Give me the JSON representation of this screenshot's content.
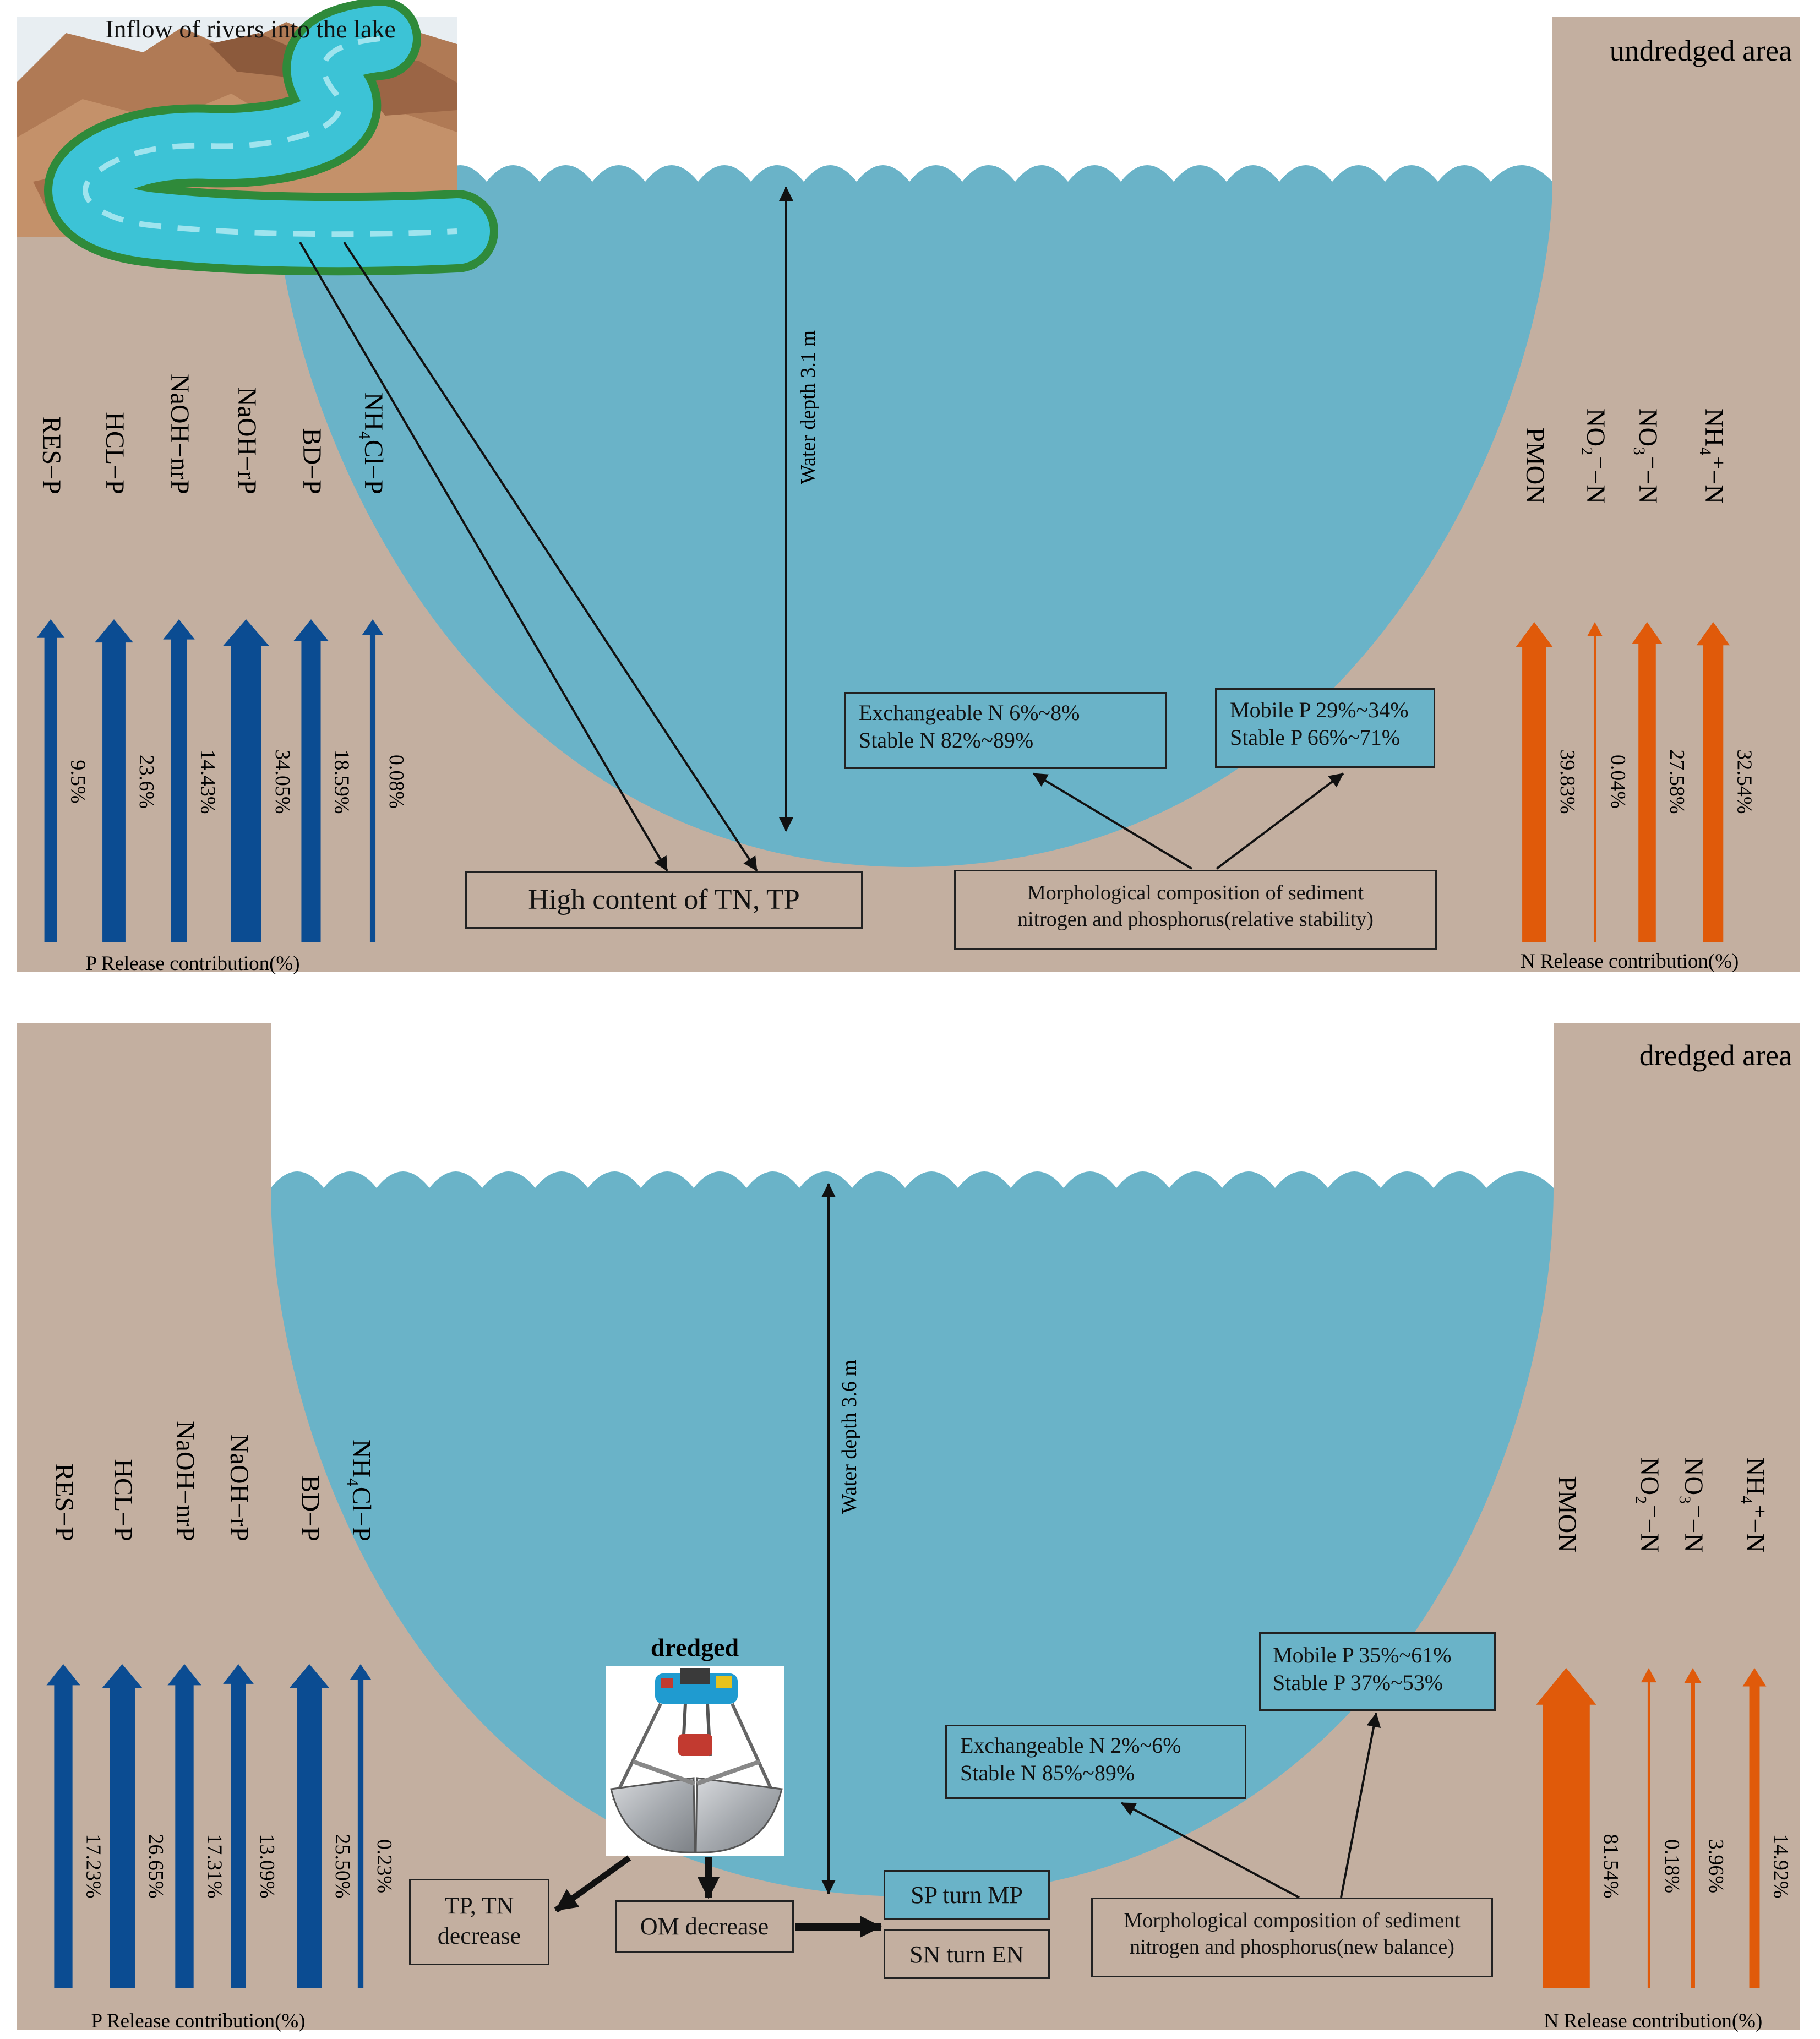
{
  "colors": {
    "sediment": "#c3afa0",
    "water": "#6ab3c8",
    "p_arrow": "#0b4c92",
    "n_arrow": "#e05a0a"
  },
  "panels": [
    {
      "area_label": "undredged area",
      "inset_label": "Inflow of rivers into the lake",
      "water_depth": "Water depth 3.1 m",
      "p_caption": "P Release  contribution(%)",
      "n_caption": "N Release  contribution(%)",
      "p_fractions": [
        {
          "name": "RES−P",
          "value": "9.5%",
          "pct": 9.5
        },
        {
          "name": "HCL−P",
          "value": "23.6%",
          "pct": 23.6
        },
        {
          "name": "NaOH−nrP",
          "value": "14.43%",
          "pct": 14.43
        },
        {
          "name": "NaOH−rP",
          "value": "34.05%",
          "pct": 34.05
        },
        {
          "name": "BD−P",
          "value": "18.59%",
          "pct": 18.59
        },
        {
          "name": "NH₄Cl−P",
          "value": "0.08%",
          "pct": 0.08
        }
      ],
      "n_fractions": [
        {
          "name": "PMON",
          "value": "39.83%",
          "pct": 39.83
        },
        {
          "name": "NO₂⁻−N",
          "value": "0.04%",
          "pct": 0.04
        },
        {
          "name": "NO₃⁻−N",
          "value": "27.58%",
          "pct": 27.58
        },
        {
          "name": "NH₄⁺−N",
          "value": "32.54%",
          "pct": 32.54
        }
      ],
      "n_box": [
        "Exchangeable  N 6%~8%",
        "Stable N 82%~89%"
      ],
      "p_box": [
        "Mobile  P 29%~34%",
        "Stable P   66%~71%"
      ],
      "content_box": "High content of TN, TP",
      "morph_box": [
        "Morphological  composition  of sediment",
        "nitrogen  and phosphorus(relative  stability)"
      ]
    },
    {
      "area_label": "dredged area",
      "water_depth": "Water depth 3.6 m",
      "dredge_label": "dredged",
      "p_caption": "P Release  contribution(%)",
      "n_caption": "N Release  contribution(%)",
      "p_fractions": [
        {
          "name": "RES−P",
          "value": "17.23%",
          "pct": 17.23
        },
        {
          "name": "HCL−P",
          "value": "26.65%",
          "pct": 26.65
        },
        {
          "name": "NaOH−nrP",
          "value": "17.31%",
          "pct": 17.31
        },
        {
          "name": "NaOH−rP",
          "value": "13.09%",
          "pct": 13.09
        },
        {
          "name": "BD−P",
          "value": "25.50%",
          "pct": 25.5
        },
        {
          "name": "NH₄Cl−P",
          "value": "0.23%",
          "pct": 0.23
        }
      ],
      "n_fractions": [
        {
          "name": "PMON",
          "value": "81.54%",
          "pct": 81.54
        },
        {
          "name": "NO₂⁻−N",
          "value": "0.18%",
          "pct": 0.18
        },
        {
          "name": "NO₃⁻−N",
          "value": "3.96%",
          "pct": 3.96
        },
        {
          "name": "NH₄⁺−N",
          "value": "14.92%",
          "pct": 14.92
        }
      ],
      "n_box": [
        "Exchangeable  N 2%~6%",
        "Stable N 85%~89%"
      ],
      "p_box": [
        "Mobile  P 35%~61%",
        "Stable P   37%~53%"
      ],
      "tp_tn_box": [
        "TP,   TN",
        "decrease"
      ],
      "om_box": "OM decrease",
      "sp_box": "SP turn MP",
      "sn_box": "SN turn EN",
      "morph_box": [
        "Morphological  composition  of sediment",
        "nitrogen  and phosphorus(new  balance)"
      ]
    }
  ]
}
